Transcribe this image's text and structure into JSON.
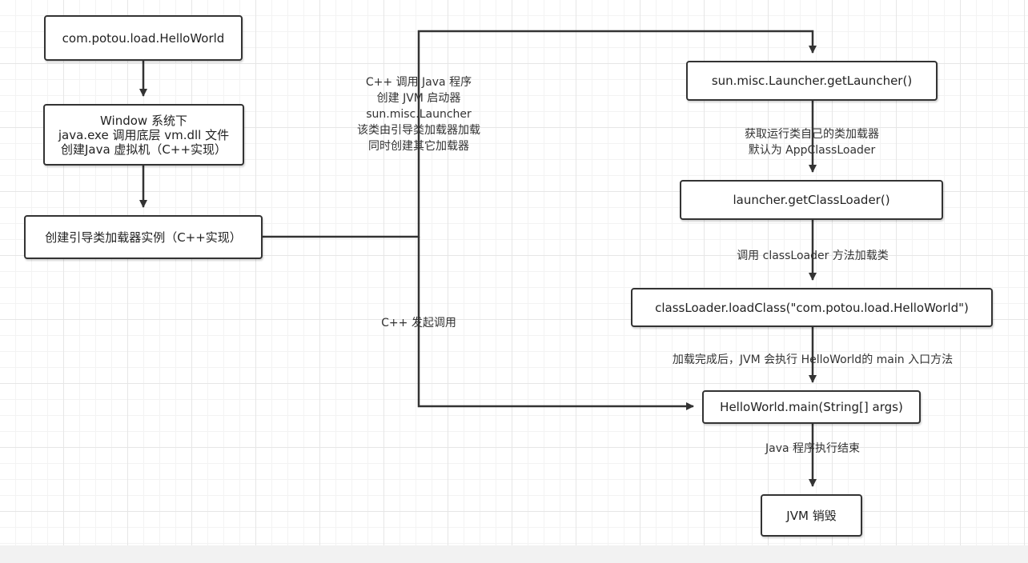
{
  "colors": {
    "stroke": "#333333",
    "node_fill": "#ffffff",
    "text": "#222222",
    "grid": "#e6e6e6"
  },
  "nodes": {
    "class_name": "com.potou.load.HelloWorld",
    "window_system": "Window 系统下\njava.exe 调用底层 vm.dll 文件\n创建Java 虚拟机（C++实现）",
    "bootstrap_loader": "创建引导类加载器实例（C++实现）",
    "get_launcher": "sun.misc.Launcher.getLauncher()",
    "get_class_loader": "launcher.getClassLoader()",
    "load_class": "classLoader.loadClass(\"com.potou.load.HelloWorld\")",
    "main_method": "HelloWorld.main(String[] args)",
    "jvm_destroy": "JVM 销毁"
  },
  "labels": {
    "cpp_call_java": "C++ 调用 Java 程序\n创建 JVM 启动器\nsun.misc.Launcher\n该类由引导类加载器加载\n同时创建其它加载器",
    "cpp_invoke": "C++ 发起调用",
    "get_app_loader": "获取运行类自己的类加载器\n默认为 AppClassLoader",
    "call_load_method": "调用 classLoader 方法加载类",
    "after_loaded": "加载完成后，JVM 会执行 HelloWorld的 main 入口方法",
    "program_end": "Java 程序执行结束"
  }
}
